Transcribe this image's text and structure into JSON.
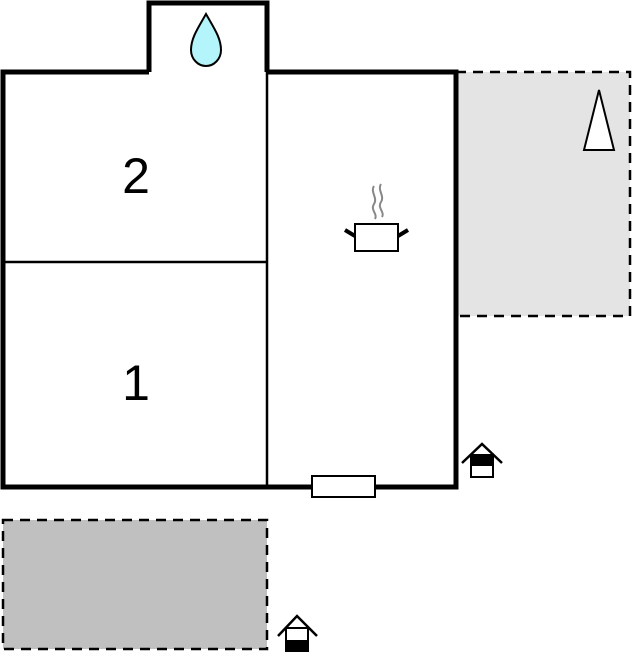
{
  "floorplan": {
    "rooms": [
      {
        "id": "room-2",
        "label": "2",
        "type": "bedroom"
      },
      {
        "id": "room-1",
        "label": "1",
        "type": "bedroom"
      },
      {
        "id": "kitchen",
        "label": "",
        "type": "kitchen",
        "icon": "cooking-pot-icon"
      },
      {
        "id": "bathroom",
        "label": "",
        "type": "bathroom",
        "icon": "water-drop-icon"
      }
    ],
    "outdoor_areas": [
      {
        "id": "terrace-right",
        "type": "terrace",
        "fill": "#e4e4e4",
        "icon": "tree-icon"
      },
      {
        "id": "terrace-bottom",
        "type": "terrace",
        "fill": "#c0c0c0"
      }
    ],
    "entrances": [
      {
        "id": "entrance-main",
        "icon": "entrance-house-icon"
      },
      {
        "id": "entrance-terrace",
        "icon": "entrance-house-icon"
      }
    ],
    "colors": {
      "wall": "#000000",
      "water": "#b3f5fb",
      "steam": "#888888",
      "terrace_light": "#e4e4e4",
      "terrace_dark": "#c0c0c0"
    }
  }
}
